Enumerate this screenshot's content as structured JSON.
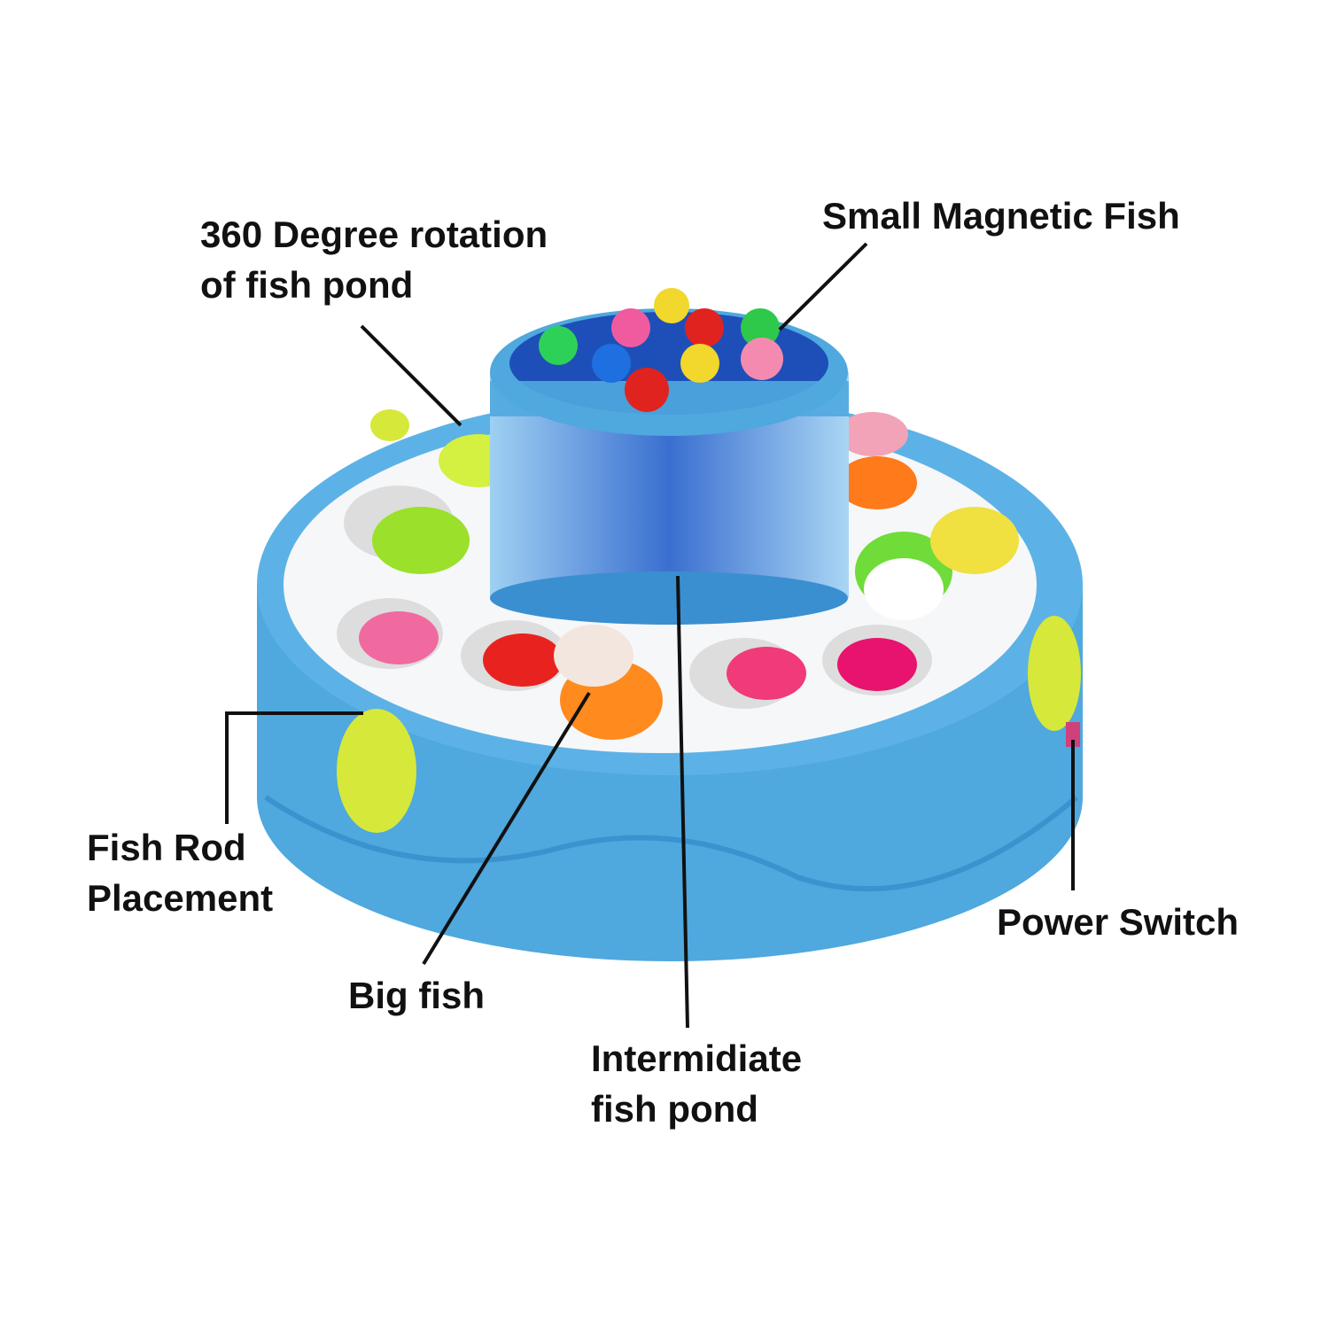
{
  "labels": {
    "rotation_line1": "360 Degree rotation",
    "rotation_line2": "of fish pond",
    "small_fish": "Small Magnetic Fish",
    "rod_line1": "Fish Rod",
    "rod_line2": "Placement",
    "big_fish": "Big fish",
    "pond_line1": "Intermidiate",
    "pond_line2": "fish pond",
    "power": "Power Switch"
  },
  "colors": {
    "toy_blue": "#4fa8de",
    "toy_blue_dark": "#2f86c4",
    "white_deck": "#f6f7f9",
    "leader_line": "#111111",
    "power_switch": "#d0407a"
  }
}
